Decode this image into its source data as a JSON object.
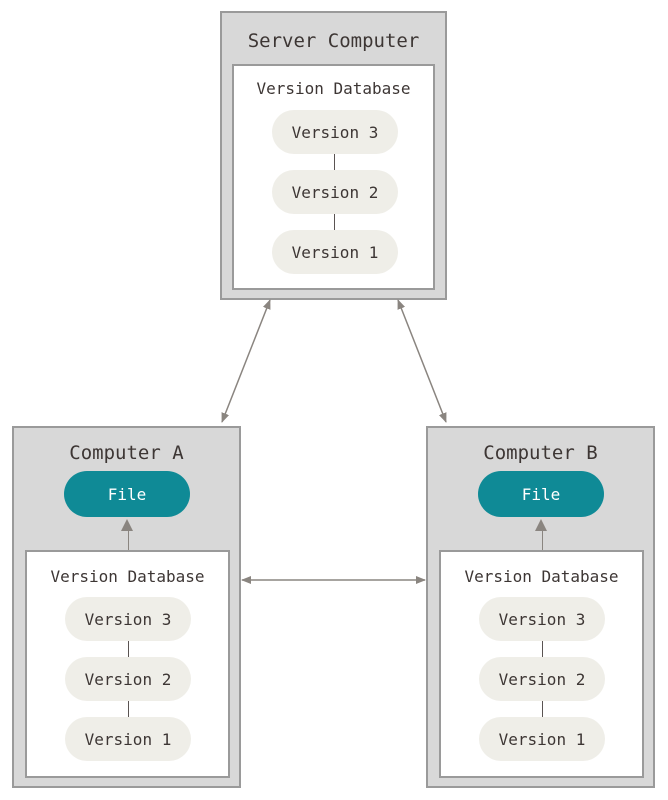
{
  "colors": {
    "box_fill": "#d8d8d8",
    "box_border": "#9a9a9a",
    "pill_fill": "#efeee8",
    "file_fill": "#0f8a96",
    "arrow": "#8a8580"
  },
  "server": {
    "title": "Server Computer",
    "db_title": "Version Database",
    "versions": [
      "Version 3",
      "Version 2",
      "Version 1"
    ]
  },
  "computer_a": {
    "title": "Computer A",
    "file_label": "File",
    "db_title": "Version Database",
    "versions": [
      "Version 3",
      "Version 2",
      "Version 1"
    ]
  },
  "computer_b": {
    "title": "Computer B",
    "file_label": "File",
    "db_title": "Version Database",
    "versions": [
      "Version 3",
      "Version 2",
      "Version 1"
    ]
  }
}
